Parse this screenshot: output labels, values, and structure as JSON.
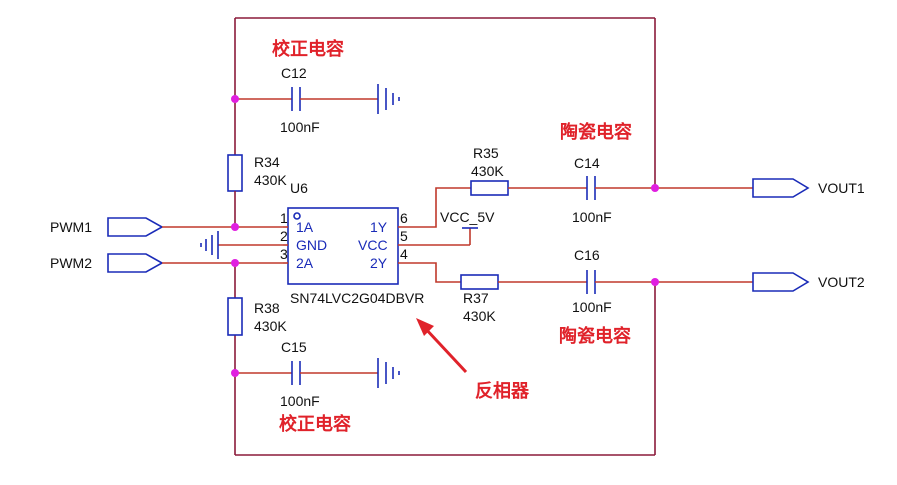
{
  "labels": {
    "top_note": "校正电容",
    "bottom_note": "校正电容",
    "upper_ceramic_note": "陶瓷电容",
    "lower_ceramic_note": "陶瓷电容",
    "inverter_note": "反相器"
  },
  "ports": {
    "pwm1": "PWM1",
    "pwm2": "PWM2",
    "vout1": "VOUT1",
    "vout2": "VOUT2"
  },
  "power": {
    "vcc_label": "VCC_5V"
  },
  "ic": {
    "ref": "U6",
    "part": "SN74LVC2G04DBVR",
    "pins": [
      {
        "num": "1",
        "name": "1A"
      },
      {
        "num": "2",
        "name": "GND"
      },
      {
        "num": "3",
        "name": "2A"
      },
      {
        "num": "6",
        "name": "1Y"
      },
      {
        "num": "5",
        "name": "VCC"
      },
      {
        "num": "4",
        "name": "2Y"
      }
    ]
  },
  "components": {
    "c12": {
      "ref": "C12",
      "value": "100nF"
    },
    "c15": {
      "ref": "C15",
      "value": "100nF"
    },
    "c14": {
      "ref": "C14",
      "value": "100nF"
    },
    "c16": {
      "ref": "C16",
      "value": "100nF"
    },
    "r34": {
      "ref": "R34",
      "value": "430K"
    },
    "r38": {
      "ref": "R38",
      "value": "430K"
    },
    "r35": {
      "ref": "R35",
      "value": "430K"
    },
    "r37": {
      "ref": "R37",
      "value": "430K"
    }
  }
}
